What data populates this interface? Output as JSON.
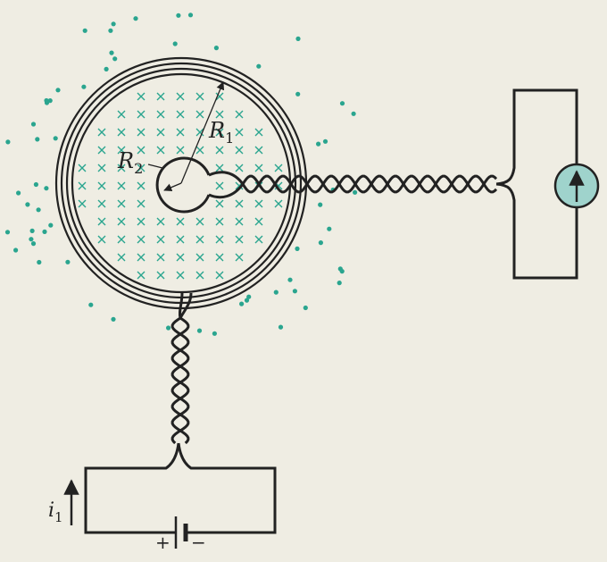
{
  "labels": {
    "r1": "R",
    "r1_sub": "1",
    "r2": "R",
    "r2_sub": "2",
    "i1": "i",
    "i1_sub": "1",
    "plus": "+",
    "minus": "−"
  },
  "colors": {
    "background": "#efede3",
    "wire": "#222222",
    "field_marks": "#2aa58f",
    "meter_fill": "#9fd3cc"
  },
  "icons": {
    "field_inside": "cross-mark-icon",
    "field_outside": "dot-icon",
    "meter": "galvanometer-icon",
    "battery": "battery-icon"
  }
}
